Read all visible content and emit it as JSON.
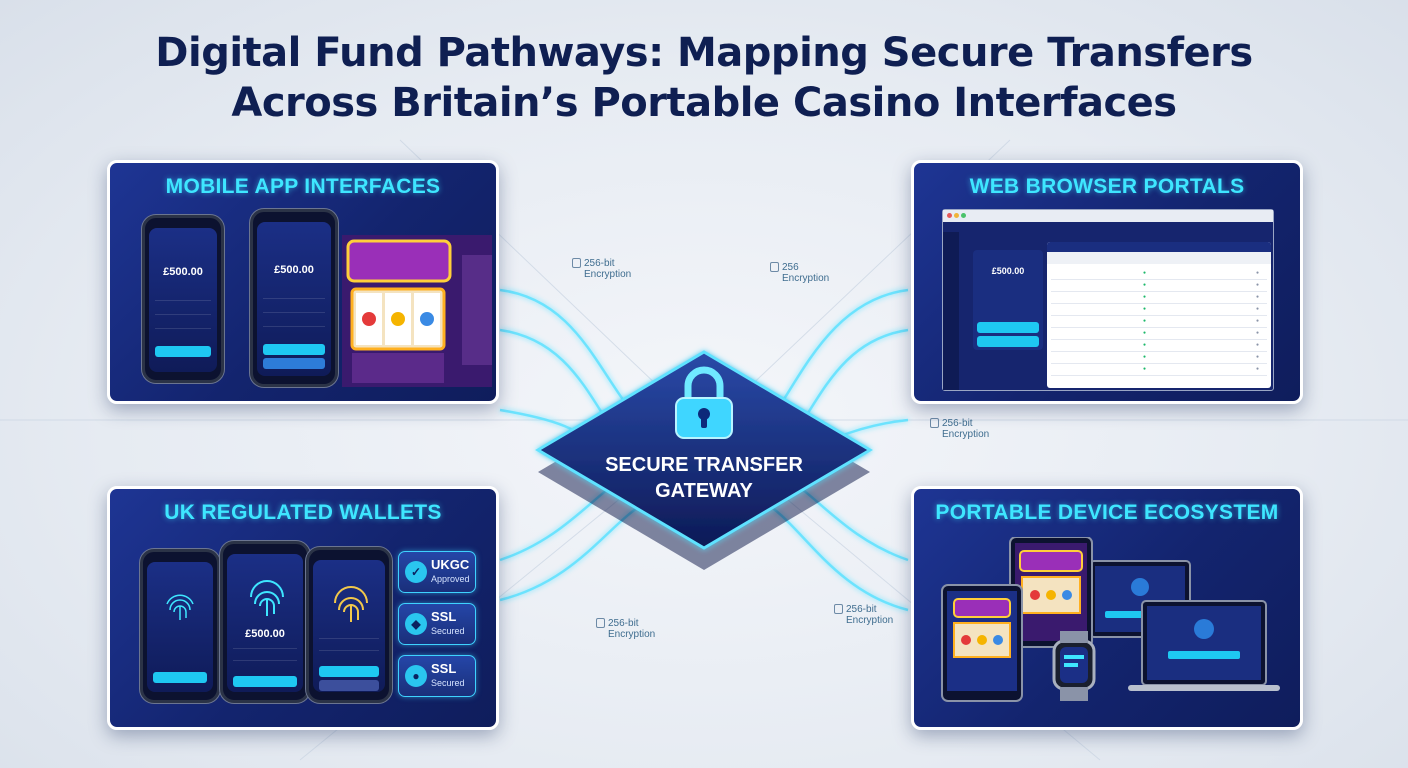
{
  "title_line1": "Digital Fund Pathways: Mapping Secure Transfers",
  "title_line2": "Across Britain’s Portable Casino Interfaces",
  "gateway": {
    "line1": "SECURE TRANSFER",
    "line2": "GATEWAY",
    "icon": "padlock-icon"
  },
  "panels": {
    "mobile": {
      "title": "MOBILE APP INTERFACES",
      "amount1": "£500.00",
      "amount2": "£500.00"
    },
    "web": {
      "title": "WEB BROWSER PORTALS",
      "amount": "£500.00"
    },
    "wallets": {
      "title": "UK REGULATED WALLETS",
      "amount": "£500.00",
      "badges": [
        {
          "title": "UKGC",
          "sub": "Approved",
          "icon": "shield-check-icon"
        },
        {
          "title": "SSL",
          "sub": "Secured",
          "icon": "shield-lock-icon"
        },
        {
          "title": "SSL",
          "sub": "Secured",
          "icon": "chat-lock-icon"
        }
      ]
    },
    "devices": {
      "title": "PORTABLE DEVICE ECOSYSTEM"
    }
  },
  "encryption_labels": [
    {
      "l1": "256-bit",
      "l2": "Encryption"
    },
    {
      "l1": "256",
      "l2": "Encryption"
    },
    {
      "l1": "256-bit",
      "l2": "Encryption"
    },
    {
      "l1": "256-bit",
      "l2": "Encryption"
    },
    {
      "l1": "256-bit",
      "l2": "Encryption"
    }
  ],
  "colors": {
    "navy": "#0f1f52",
    "panel": "#13246e",
    "cyan": "#3ee6ff",
    "button": "#1ec8f2"
  }
}
